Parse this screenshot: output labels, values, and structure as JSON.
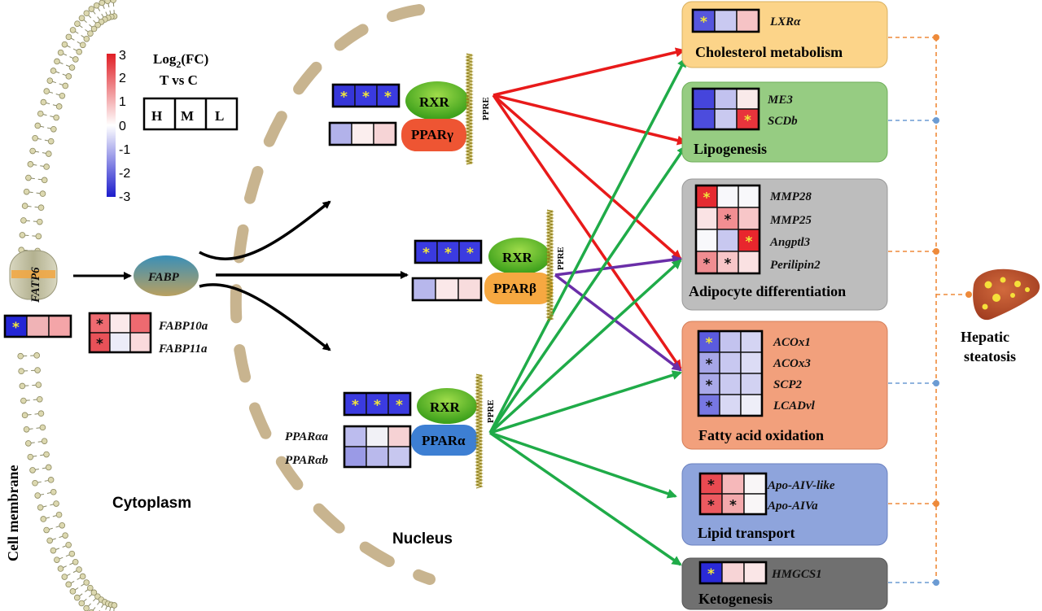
{
  "labels": {
    "cell_membrane": "Cell membrane",
    "cytoplasm": "Cytoplasm",
    "nucleus": "Nucleus",
    "fatp6": "FATP6",
    "fabp": "FABP",
    "fabp10a": "FABP10a",
    "fabp11a": "FABP11a",
    "ppar_aa": "PPARαa",
    "ppar_ab": "PPARαb",
    "ppre": "PPRE",
    "hepatic_1": "Hepatic",
    "hepatic_2": "steatosis"
  },
  "legend": {
    "title_main": "Log",
    "title_sub": "2",
    "title_tail": "(FC)",
    "comparison": "T vs C",
    "levels": [
      "H",
      "M",
      "L"
    ],
    "ticks": [
      "3",
      "2",
      "1",
      "0",
      "-1",
      "-2",
      "-3"
    ]
  },
  "receptors": [
    {
      "rxr": "RXR",
      "ppar": "PPARγ",
      "ppar_color": "#ee5533"
    },
    {
      "rxr": "RXR",
      "ppar": "PPARβ",
      "ppar_color": "#f6a841"
    },
    {
      "rxr": "RXR",
      "ppar": "PPARα",
      "ppar_color": "#3d7fd3"
    }
  ],
  "pathways": [
    {
      "title": "Cholesterol metabolism",
      "bg": "#fcd489",
      "genes": [
        "LXRα"
      ]
    },
    {
      "title": "Lipogenesis",
      "bg": "#96cc82",
      "genes": [
        "ME3",
        "SCDb"
      ]
    },
    {
      "title": "Adipocyte differentiation",
      "bg": "#bdbdbd",
      "genes": [
        "MMP28",
        "MMP25",
        "Angptl3",
        "Perilipin2"
      ]
    },
    {
      "title": "Fatty acid oxidation",
      "bg": "#f2a07c",
      "genes": [
        "ACOx1",
        "ACOx3",
        "SCP2",
        "LCADvl"
      ]
    },
    {
      "title": "Lipid transport",
      "bg": "#8ea4dc",
      "genes": [
        "Apo-AIV-like",
        "Apo-AIVa"
      ]
    },
    {
      "title": "Ketogenesis",
      "bg": "#707070",
      "genes": [
        "HMGCS1"
      ]
    }
  ],
  "colors": {
    "red_arrow": "#e81a1a",
    "green_arrow": "#1fab48",
    "purple_arrow": "#6a2ea8",
    "dashed_orange": "#ee8a3a",
    "dashed_blue": "#6b9bd3",
    "nucleus_dash": "#c8b48f"
  },
  "heatmaps": {
    "fatp6": {
      "cells": [
        [
          "#2426d6",
          "#f0b3b6",
          "#f4a5a8"
        ]
      ],
      "stars": [
        [
          1,
          0,
          0
        ]
      ]
    },
    "fabp": {
      "cells": [
        [
          "#ee6a70",
          "#fbe9ea",
          "#ee6a70"
        ],
        [
          "#e85158",
          "#ececf8",
          "#fadadc"
        ]
      ],
      "stars": [
        [
          1,
          0,
          0
        ],
        [
          1,
          0,
          0
        ]
      ]
    },
    "rxr_g": {
      "cells": [
        [
          "#3636d8",
          "#3a3ae0",
          "#3b3be0"
        ]
      ],
      "stars": [
        [
          1,
          1,
          1
        ]
      ]
    },
    "ppar_g": {
      "cells": [
        [
          "#b2b2ea",
          "#fbeeee",
          "#f6d4d6"
        ]
      ],
      "stars": [
        [
          0,
          0,
          0
        ]
      ]
    },
    "rxr_b": {
      "cells": [
        [
          "#3a3ae0",
          "#3b3be0",
          "#3b3be0"
        ]
      ],
      "stars": [
        [
          1,
          1,
          1
        ]
      ]
    },
    "ppar_b": {
      "cells": [
        [
          "#b7b7ec",
          "#fbe8e9",
          "#f8dcdd"
        ]
      ],
      "stars": [
        [
          0,
          0,
          0
        ]
      ]
    },
    "rxr_a": {
      "cells": [
        [
          "#3b3be0",
          "#3b3be0",
          "#3b3be0"
        ]
      ],
      "stars": [
        [
          1,
          1,
          1
        ]
      ]
    },
    "ppar_a": {
      "cells": [
        [
          "#bcbcee",
          "#f1f1f6",
          "#f6d2d4"
        ],
        [
          "#9a9ae6",
          "#b9b9ec",
          "#c7c7ef"
        ]
      ],
      "stars": [
        [
          0,
          0,
          0
        ],
        [
          0,
          0,
          0
        ]
      ]
    },
    "lxr": {
      "cells": [
        [
          "#5656dd",
          "#c9c9f1",
          "#f6c3c5"
        ]
      ],
      "stars": [
        [
          1,
          0,
          0
        ]
      ]
    },
    "lipo": {
      "cells": [
        [
          "#4545dc",
          "#c2c2ef",
          "#f9eaea"
        ],
        [
          "#4c4cdd",
          "#c9c9f0",
          "#e8343c"
        ]
      ],
      "stars": [
        [
          0,
          0,
          0
        ],
        [
          0,
          0,
          1
        ]
      ]
    },
    "adipo": {
      "cells": [
        [
          "#e52b31",
          "#f8f8fb",
          "#f8f8fb"
        ],
        [
          "#fae3e4",
          "#f28e92",
          "#f7c6c8"
        ],
        [
          "#f8f8fb",
          "#c8c8f0",
          "#e8262d"
        ],
        [
          "#f08d91",
          "#f7c6c8",
          "#fae1e2"
        ]
      ],
      "stars": [
        [
          1,
          0,
          0
        ],
        [
          0,
          1,
          0
        ],
        [
          0,
          0,
          1
        ],
        [
          1,
          1,
          0
        ]
      ]
    },
    "fao": {
      "cells": [
        [
          "#5b5bde",
          "#c3c3ef",
          "#d4d4f3"
        ],
        [
          "#a6a6e8",
          "#c8c8f0",
          "#dcdcf5"
        ],
        [
          "#a9a9e9",
          "#cacaf0",
          "#d2d2f2"
        ],
        [
          "#7777e2",
          "#d8d8f4",
          "#eeeef8"
        ]
      ],
      "stars": [
        [
          1,
          0,
          0
        ],
        [
          1,
          0,
          0
        ],
        [
          1,
          0,
          0
        ],
        [
          1,
          0,
          0
        ]
      ]
    },
    "lipidtr": {
      "cells": [
        [
          "#ea4a51",
          "#f6b8ba",
          "#f9f6f7"
        ],
        [
          "#ec5a60",
          "#f4a9ac",
          "#f9f6f7"
        ]
      ],
      "stars": [
        [
          1,
          0,
          0
        ],
        [
          1,
          1,
          0
        ]
      ]
    },
    "keto": {
      "cells": [
        [
          "#2a2ad8",
          "#f7d4d6",
          "#fae6e7"
        ]
      ],
      "stars": [
        [
          1,
          0,
          0
        ]
      ]
    }
  }
}
